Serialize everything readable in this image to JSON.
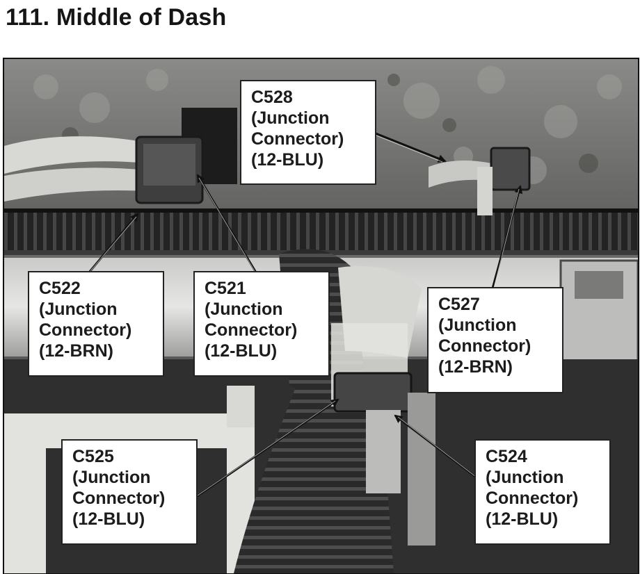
{
  "title": "111. Middle of Dash",
  "labels": {
    "c528": {
      "id": "C528",
      "line1": "(Junction",
      "line2": "Connector)",
      "line3": "(12-BLU)"
    },
    "c522": {
      "id": "C522",
      "line1": "(Junction",
      "line2": "Connector)",
      "line3": "(12-BRN)"
    },
    "c521": {
      "id": "C521",
      "line1": "(Junction",
      "line2": "Connector)",
      "line3": "(12-BLU)"
    },
    "c527": {
      "id": "C527",
      "line1": "(Junction",
      "line2": "Connector)",
      "line3": "(12-BRN)"
    },
    "c525": {
      "id": "C525",
      "line1": "(Junction",
      "line2": "Connector)",
      "line3": "(12-BLU)"
    },
    "c524": {
      "id": "C524",
      "line1": "(Junction",
      "line2": "Connector)",
      "line3": "(12-BLU)"
    }
  }
}
